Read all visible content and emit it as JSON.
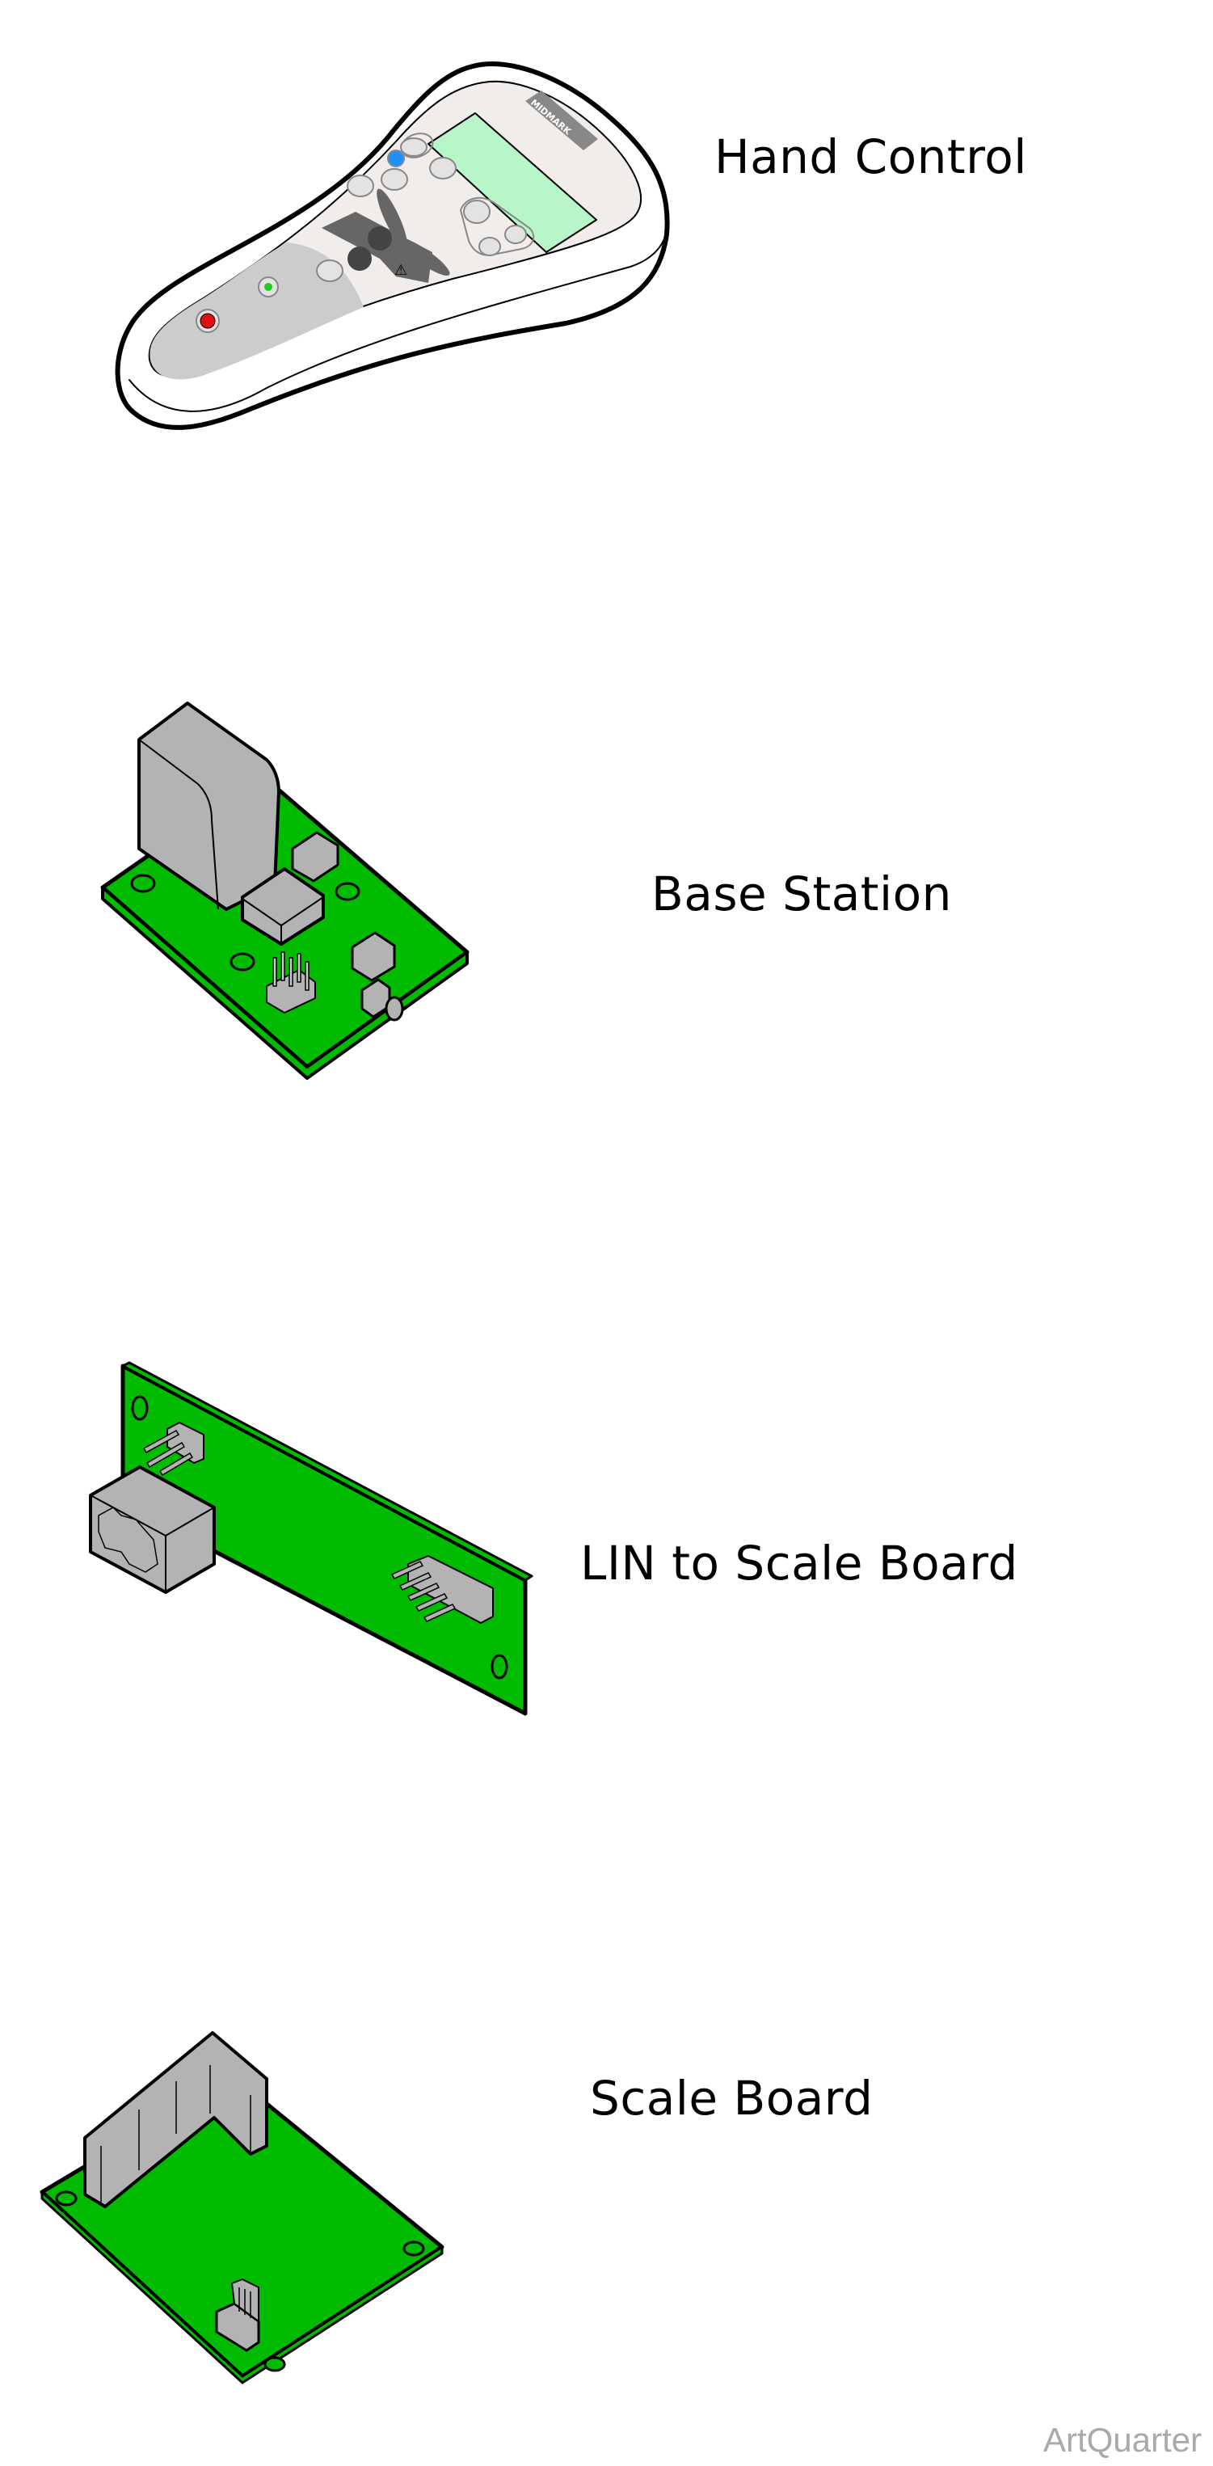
{
  "parts": [
    {
      "id": "hand-control",
      "label": "Hand Control",
      "brand": "MIDMARK"
    },
    {
      "id": "base-station",
      "label": "Base Station"
    },
    {
      "id": "lin-to-scale-board",
      "label": "LIN to Scale Board"
    },
    {
      "id": "scale-board",
      "label": "Scale Board"
    }
  ],
  "watermark": "ArtQuarter",
  "colors": {
    "pcb_green": "#00BB00",
    "component_gray": "#B3B3B3",
    "lcd_green": "#B8F5C8",
    "faceplate": "#F0EDEA",
    "lower_panel": "#CCCCCC",
    "dark_keypad": "#666666",
    "blue_led": "#1E90FF",
    "red_button": "#DD1111",
    "green_button": "#22CC22",
    "watermark": "#A9A9A9"
  }
}
